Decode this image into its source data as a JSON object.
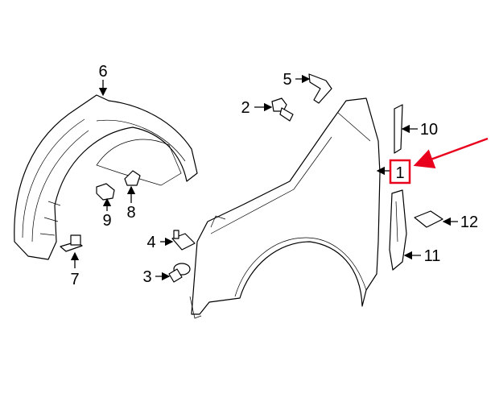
{
  "diagram": {
    "callouts": [
      {
        "id": "1",
        "highlighted": true
      },
      {
        "id": "2"
      },
      {
        "id": "3"
      },
      {
        "id": "4"
      },
      {
        "id": "5"
      },
      {
        "id": "6"
      },
      {
        "id": "7"
      },
      {
        "id": "8"
      },
      {
        "id": "9"
      },
      {
        "id": "10"
      },
      {
        "id": "11"
      },
      {
        "id": "12"
      }
    ],
    "highlight_color": "#e8001c",
    "line_color": "#000000"
  }
}
